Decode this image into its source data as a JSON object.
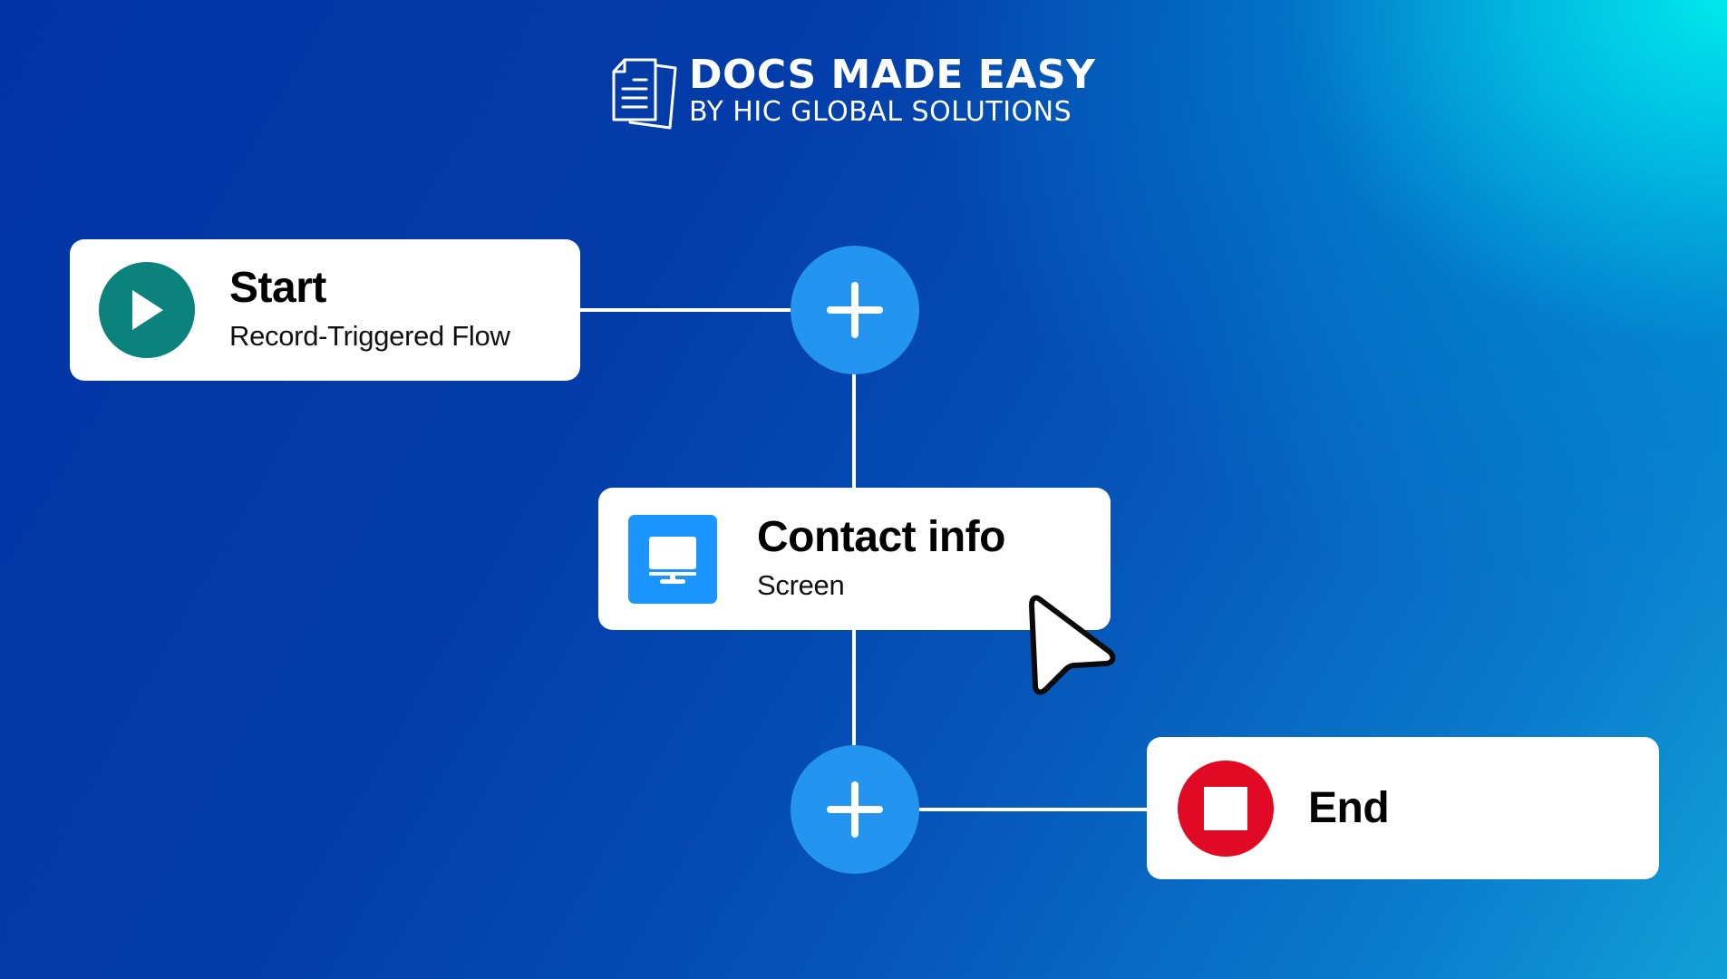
{
  "brand": {
    "title": "DOCS MADE EASY",
    "subtitle": "BY HIC GLOBAL SOLUTIONS",
    "icon": "documents-icon"
  },
  "colors": {
    "background_dark": "#0334a6",
    "background_light": "#00e4ea",
    "card_bg": "#ffffff",
    "start_icon": "#0b827c",
    "screen_icon": "#1b96ff",
    "end_icon": "#e00a24",
    "add_button": "#2394f0",
    "connector": "#ffffff"
  },
  "flow": {
    "nodes": [
      {
        "id": "start",
        "title": "Start",
        "subtitle": "Record-Triggered Flow",
        "icon": "play-icon"
      },
      {
        "id": "contact-info",
        "title": "Contact info",
        "subtitle": "Screen",
        "icon": "monitor-icon"
      },
      {
        "id": "end",
        "title": "End",
        "icon": "stop-icon"
      }
    ],
    "add_buttons": [
      {
        "id": "add-after-start",
        "icon": "plus-icon"
      },
      {
        "id": "add-after-contact-info",
        "icon": "plus-icon"
      }
    ]
  },
  "pointer": {
    "icon": "mouse-pointer-icon"
  }
}
